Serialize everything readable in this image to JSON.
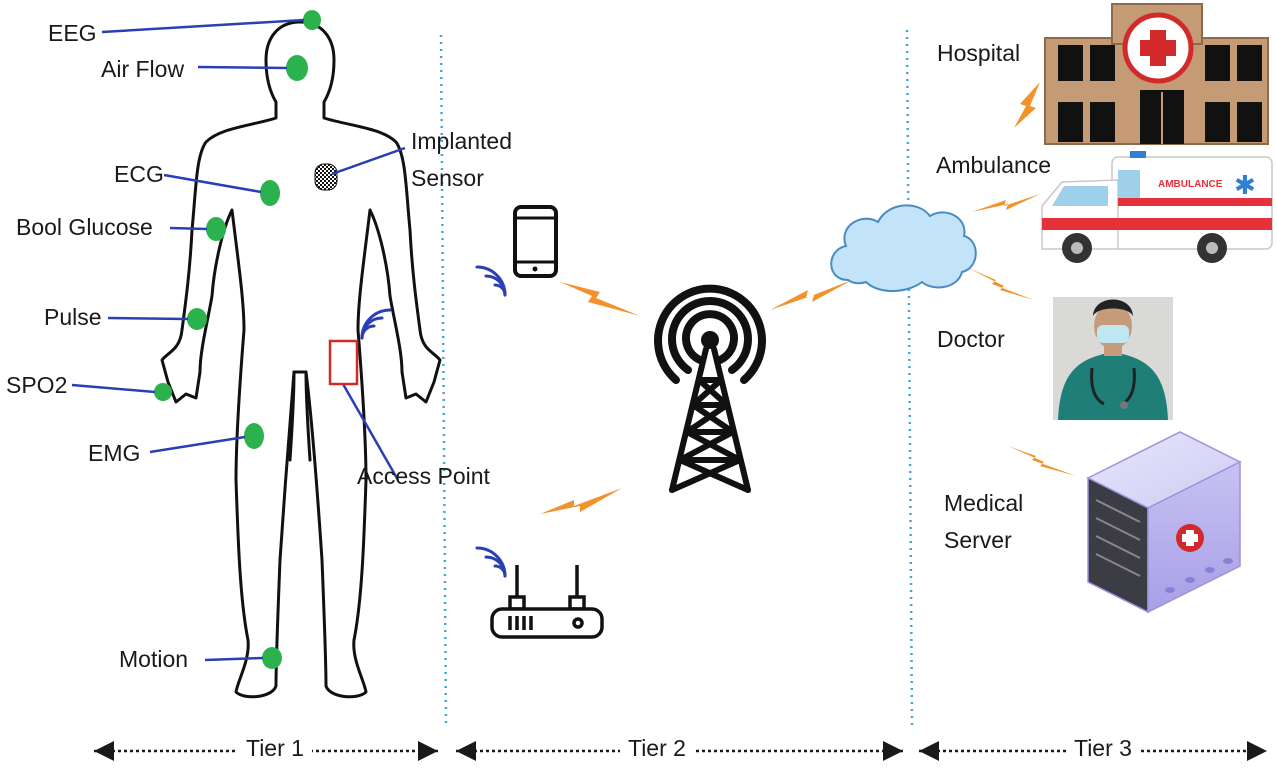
{
  "tier1": {
    "sensors": {
      "eeg": "EEG",
      "air_flow": "Air Flow",
      "ecg": "ECG",
      "glucose": "Bool Glucose",
      "pulse": "Pulse",
      "spo2": "SPO2",
      "emg": "EMG",
      "motion": "Motion"
    },
    "implanted_line1": "Implanted",
    "implanted_line2": "Sensor",
    "access_point": "Access Point"
  },
  "tier3": {
    "hospital": "Hospital",
    "ambulance": "Ambulance",
    "ambulance_decal": "AMBULANCE",
    "doctor": "Doctor",
    "server_line1": "Medical",
    "server_line2": "Server"
  },
  "tiers": [
    "Tier 1",
    "Tier 2",
    "Tier 3"
  ],
  "colors": {
    "sensor": "#2bb24c",
    "leader": "#2b3fb5",
    "bolt": "#f2922c",
    "divider": "#3fa6d8",
    "access_point": "#d12a2a",
    "wifi": "#2b3fb5"
  },
  "icons": [
    "human-body-outline",
    "smartphone-icon",
    "router-icon",
    "cell-tower-icon",
    "cloud-icon",
    "hospital-icon",
    "ambulance-icon",
    "doctor-photo",
    "medical-server-icon",
    "lightning-bolt-icon",
    "wifi-icon"
  ]
}
